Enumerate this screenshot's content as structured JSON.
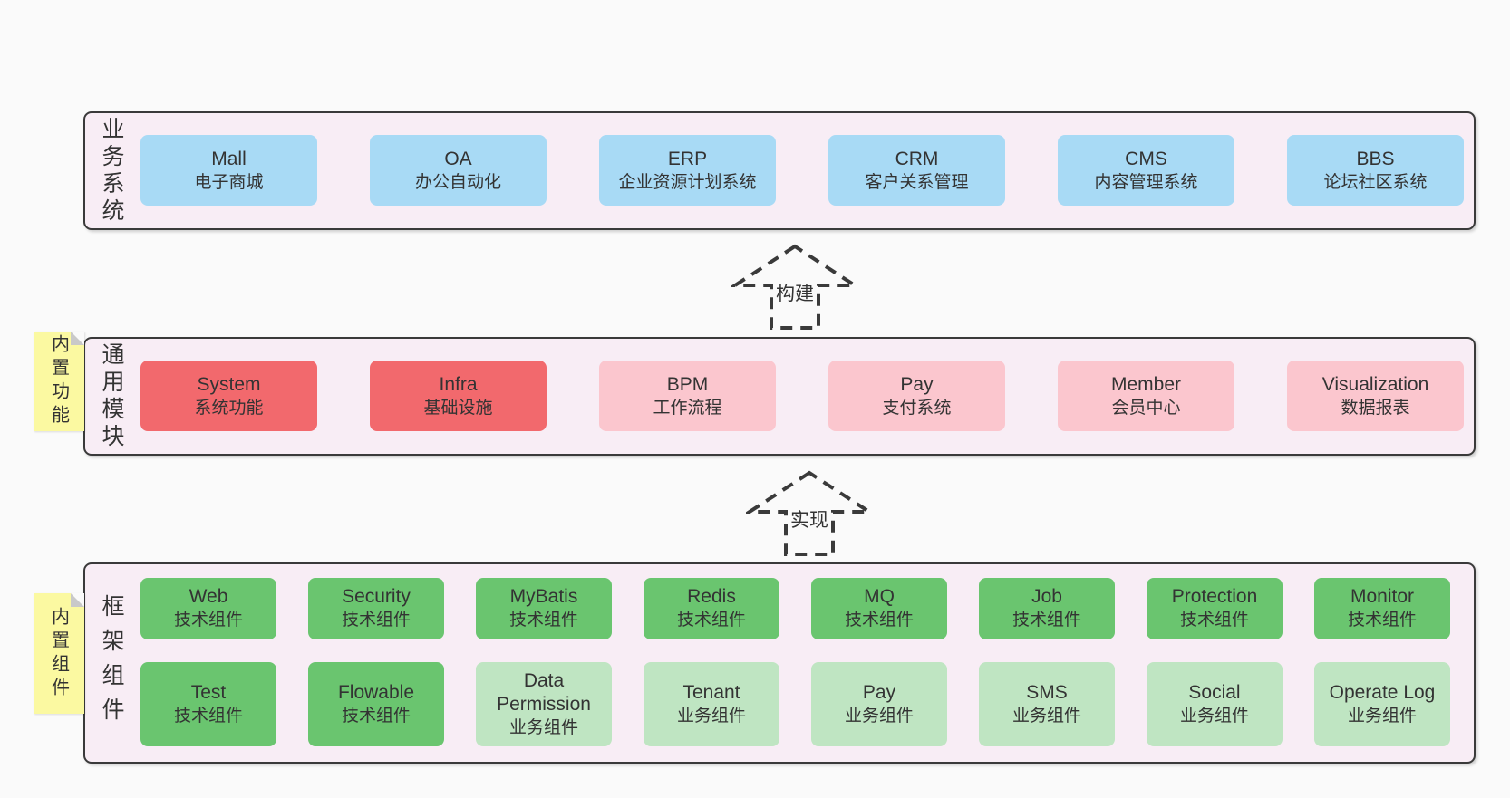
{
  "title": "ruoyi-vue-pro architecture diagram",
  "colors": {
    "background": "#fafafa",
    "layer_bg": "#f8edf5",
    "layer_border": "#3a3a3a",
    "blue": "#a8daf5",
    "red": "#f2696d",
    "pink": "#fbc6ce",
    "green": "#6ac56f",
    "lightgreen": "#bfe5c2",
    "sticky": "#fbf9a1",
    "text": "#333333"
  },
  "arrows": [
    {
      "label": "构建"
    },
    {
      "label": "实现"
    }
  ],
  "stickies": [
    {
      "label": "内置功能"
    },
    {
      "label": "内置组件"
    }
  ],
  "layers": [
    {
      "id": "business-systems",
      "label": "业务系统",
      "columns": 6,
      "boxes": [
        {
          "en": "Mall",
          "zh": "电子商城",
          "variant": "blue"
        },
        {
          "en": "OA",
          "zh": "办公自动化",
          "variant": "blue"
        },
        {
          "en": "ERP",
          "zh": "企业资源计划系统",
          "variant": "blue"
        },
        {
          "en": "CRM",
          "zh": "客户关系管理",
          "variant": "blue"
        },
        {
          "en": "CMS",
          "zh": "内容管理系统",
          "variant": "blue"
        },
        {
          "en": "BBS",
          "zh": "论坛社区系统",
          "variant": "blue"
        }
      ]
    },
    {
      "id": "common-modules",
      "label": "通用模块",
      "columns": 6,
      "boxes": [
        {
          "en": "System",
          "zh": "系统功能",
          "variant": "red"
        },
        {
          "en": "Infra",
          "zh": "基础设施",
          "variant": "red"
        },
        {
          "en": "BPM",
          "zh": "工作流程",
          "variant": "pink"
        },
        {
          "en": "Pay",
          "zh": "支付系统",
          "variant": "pink"
        },
        {
          "en": "Member",
          "zh": "会员中心",
          "variant": "pink"
        },
        {
          "en": "Visualization",
          "zh": "数据报表",
          "variant": "pink"
        }
      ]
    },
    {
      "id": "framework-components",
      "label": "框架组件",
      "columns": 8,
      "boxes": [
        {
          "en": "Web",
          "zh": "技术组件",
          "variant": "green"
        },
        {
          "en": "Security",
          "zh": "技术组件",
          "variant": "green"
        },
        {
          "en": "MyBatis",
          "zh": "技术组件",
          "variant": "green"
        },
        {
          "en": "Redis",
          "zh": "技术组件",
          "variant": "green"
        },
        {
          "en": "MQ",
          "zh": "技术组件",
          "variant": "green"
        },
        {
          "en": "Job",
          "zh": "技术组件",
          "variant": "green"
        },
        {
          "en": "Protection",
          "zh": "技术组件",
          "variant": "green"
        },
        {
          "en": "Monitor",
          "zh": "技术组件",
          "variant": "green"
        },
        {
          "en": "Test",
          "zh": "技术组件",
          "variant": "green"
        },
        {
          "en": "Flowable",
          "zh": "技术组件",
          "variant": "green"
        },
        {
          "en": "Data Permission",
          "zh": "业务组件",
          "variant": "lightgreen"
        },
        {
          "en": "Tenant",
          "zh": "业务组件",
          "variant": "lightgreen"
        },
        {
          "en": "Pay",
          "zh": "业务组件",
          "variant": "lightgreen"
        },
        {
          "en": "SMS",
          "zh": "业务组件",
          "variant": "lightgreen"
        },
        {
          "en": "Social",
          "zh": "业务组件",
          "variant": "lightgreen"
        },
        {
          "en": "Operate Log",
          "zh": "业务组件",
          "variant": "lightgreen"
        }
      ]
    }
  ]
}
